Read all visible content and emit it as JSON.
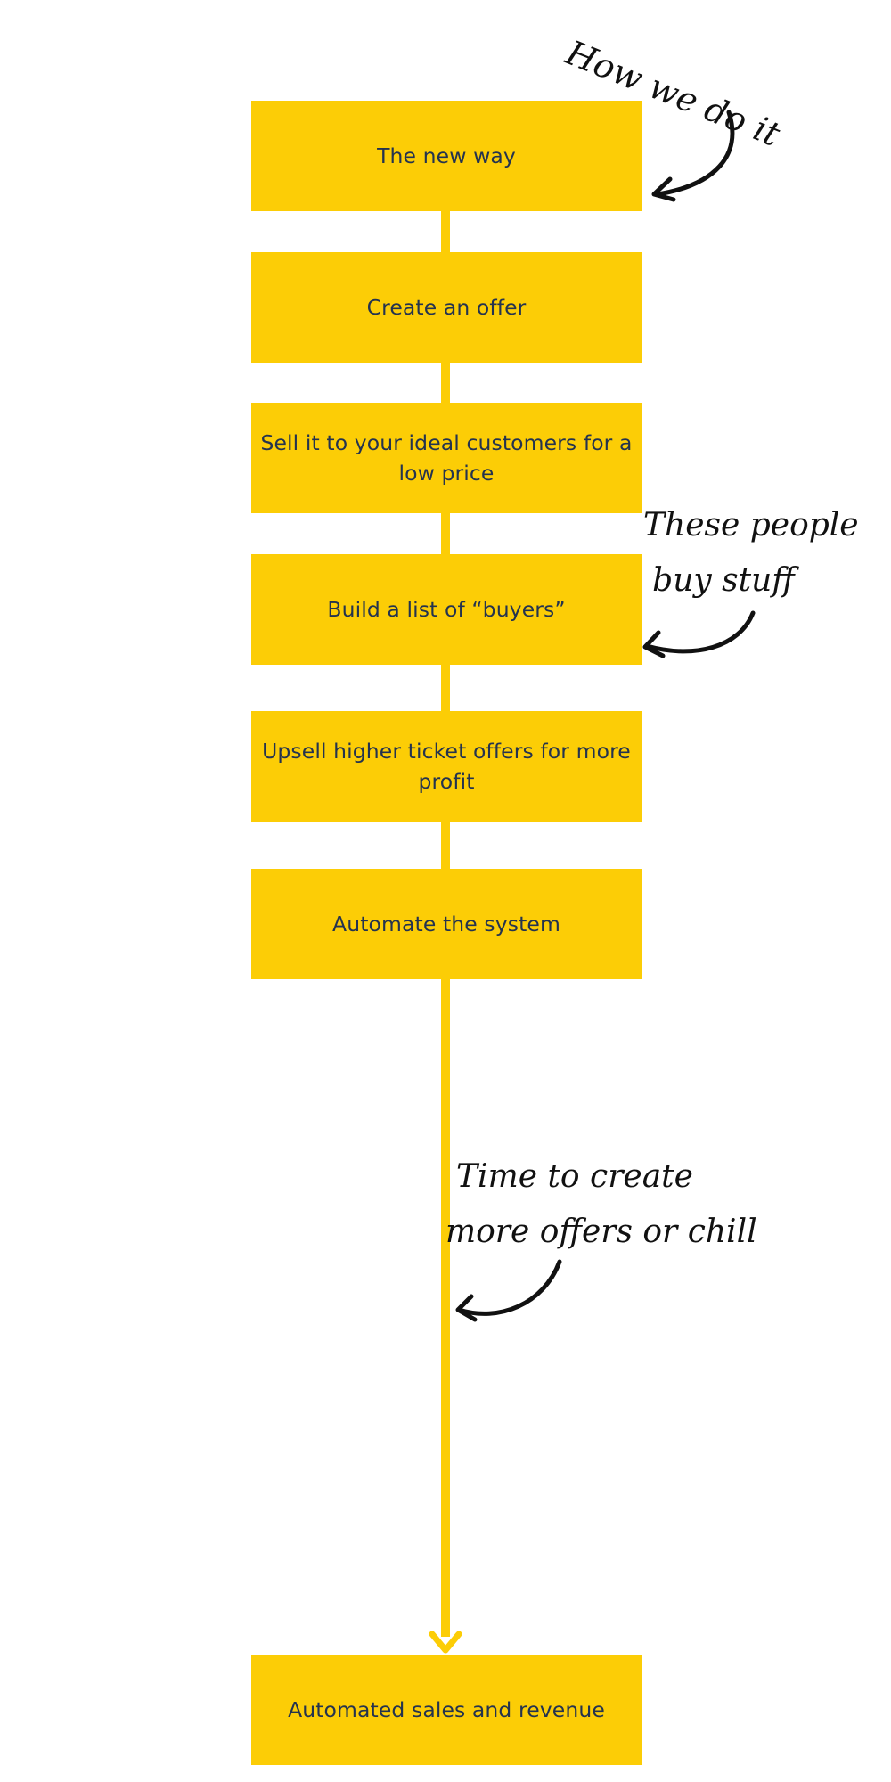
{
  "colors": {
    "box_fill": "#fccd06",
    "box_text": "#24334f",
    "connector": "#fccd06",
    "annotation_ink": "#111111"
  },
  "steps": [
    {
      "label": "The new way"
    },
    {
      "label": "Create an offer"
    },
    {
      "label": "Sell it to your ideal customers for a low price"
    },
    {
      "label": "Build a list of “buyers”"
    },
    {
      "label": "Upsell higher ticket offers for more profit"
    },
    {
      "label": "Automate the system"
    }
  ],
  "final_step": {
    "label": "Automated sales and revenue"
  },
  "annotations": {
    "how": "How we do it",
    "buyers_line1": "These people",
    "buyers_line2": "buy stuff",
    "time_line1": "Time to create",
    "time_line2": "more offers or chill"
  }
}
